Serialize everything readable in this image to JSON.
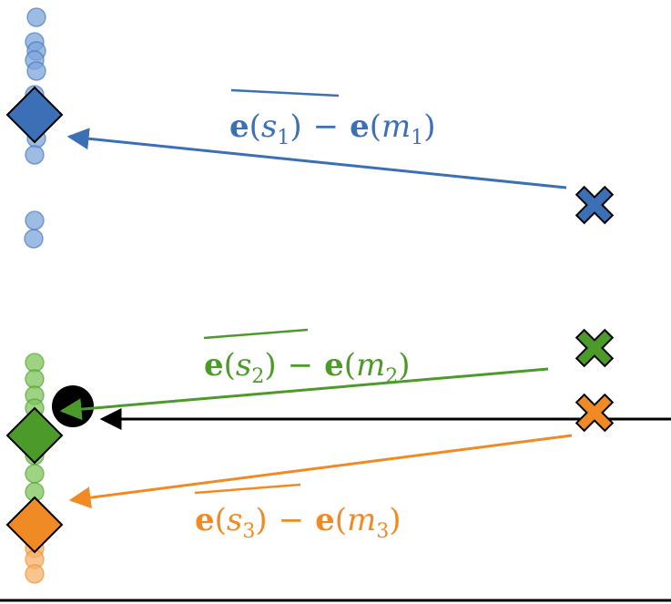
{
  "colors": {
    "blue": "#3B6FB6",
    "blue_light": "#7EA6DA",
    "green": "#4C9A2A",
    "green_light": "#7CC45A",
    "orange": "#F08A24",
    "orange_light": "#F6B06A",
    "black": "#000000"
  },
  "icons": {
    "cross": "x-marker-icon",
    "diamond": "diamond-marker-icon",
    "dot": "circle-marker-icon"
  },
  "labels": {
    "blue": {
      "e1": "e",
      "s": "s",
      "s_sub": "1",
      "minus": "−",
      "e2": "e",
      "m": "m",
      "m_sub": "1"
    },
    "green": {
      "e1": "e",
      "s": "s",
      "s_sub": "2",
      "minus": "−",
      "e2": "e",
      "m": "m",
      "m_sub": "2"
    },
    "orange": {
      "e1": "e",
      "s": "s",
      "s_sub": "3",
      "minus": "−",
      "e2": "e",
      "m": "m",
      "m_sub": "3"
    }
  }
}
